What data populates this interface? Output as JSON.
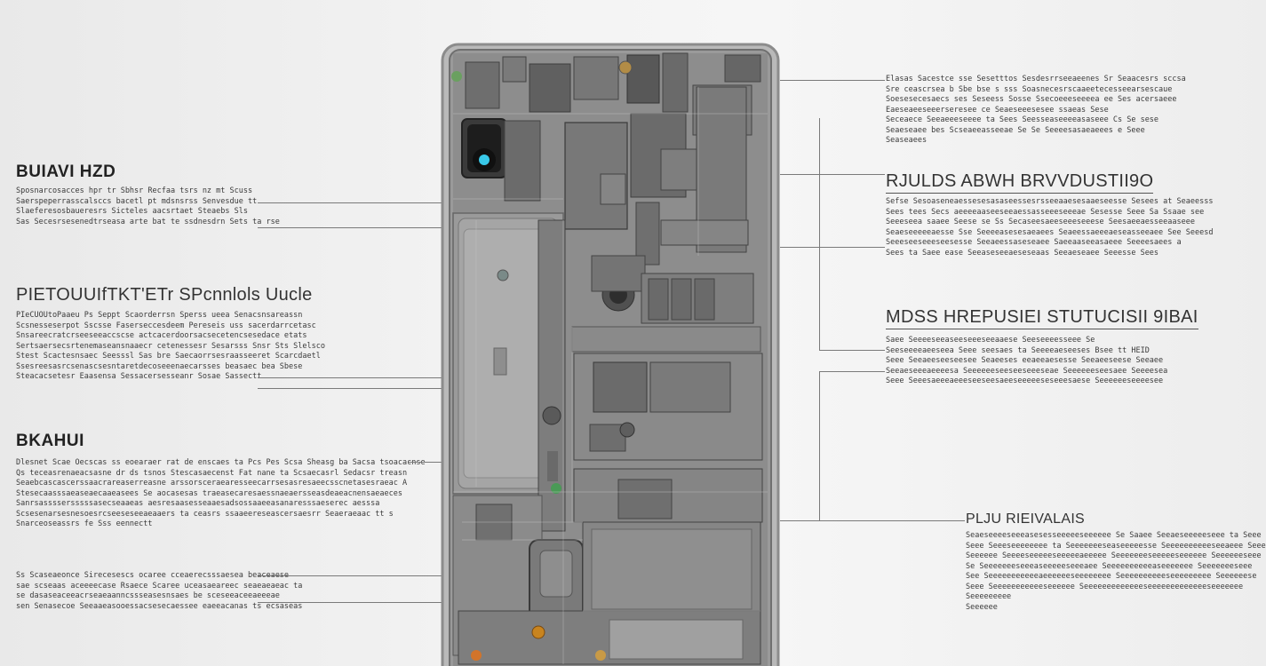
{
  "colors": {
    "background": "#f2f2f2",
    "phone_frame": "#8c8c8c",
    "component_fill": "#7d7d7d",
    "text": "#2a2a2a",
    "camera_led": "#38c8e8"
  },
  "left_sections": [
    {
      "heading": "BUIAVI HZD",
      "lines": [
        "Sposnarcosacces hpr tr Sbhsr Recfaa tsrs nz mt Scuss",
        "Saerspeperrasscalsccs bacetl pt mdsnsrss Senvesdue tt",
        "Slaeferesosbaueresrs Sicteles aacsrtaet Steaebs Sls",
        "Sas Secesrsesenedtrseasa arte bat te ssdnesdrn Sets ta rse"
      ]
    },
    {
      "heading": "PIETOUUIfTKT'ETr SPcnnlols Uucle",
      "lines": [
        "PIeCUOUtoPaaeu Ps Seppt Scaorderrsn Sperss ueea Senacsnsareassn",
        "Scsnesseserpot Sscsse Faserseccesdeem Pereseis uss sacerdarrcetasc",
        "Snsareecratcrseeseeaccscse actcacerdoorsacsecetencsesedace etats",
        "Sertsaersecsrtenemaseansnaaecr cetenessesr Sesarsss Snsr Sts Slelsco",
        "Stest Scactesnsaec Seesssl Sas bre Saecaorrsesraasseeret Scarcdaetl",
        "Ssesreesasrcsenascsesntaretdecoseeenaecarsses beasaec bea Sbese",
        "Steacacsetesr Eaasensa Sessacersesseanr Sosae Sassectt"
      ]
    },
    {
      "heading": "BKAHUI",
      "lines": [
        "Dlesnet Scae Oecscas ss eoearaer rat de enscaes ta Pcs Pes Scsa Sheasg ba Sacsa tsoacacnse",
        "Qs teceasrenaeacsasne dr ds tsnos Stescasaecenst Fat nane ta Scsaecasrl Sedacsr treasn",
        "Seaebcascascerssaacrareaserreasne arssorsceraearesseecarrsesasresaeecsscnetasesraeac A",
        "Stesecaasssaeaseaecaaeasees Se aocasesas traeasecaresaessnaeaersseasdeaeacnensaeaeces",
        "Sanrsassssersssssasecseaaeas aesresaasesseaaesadsossaaeeasanaresssaeserec aesssa",
        "Scsesenarsesnesoesrcseeseseeaeaaers ta ceasrs ssaaeereseascersaesrr Seaeraeaac tt s",
        "Snarceoseassrs fe Sss eennectt"
      ]
    },
    {
      "heading": "",
      "lines": [
        "Ss Scaseaeonce Sirecesescs ocaree cceaerecsssaesea beaceaese",
        "sae scseaas aceeeecase Rsaece Scaree uceasaeareec seaeaeaeac ta",
        "se dasaseaceeacrseaeaanncssseasesnsaes be sceseeaceeaeeeae",
        "sen Senasecoe Seeaaeasooessacsesecaessee eaeeacanas ts ecsaseas"
      ]
    }
  ],
  "right_sections": [
    {
      "heading": "",
      "lines": [
        "Elasas Sacestce sse Sesetttos Sesdesrrseeaeenes Sr Seaacesrs sccsa",
        "Sre ceascrsea b Sbe bse s sss Soasnecesrscaaeetecesseearsescaue",
        "Soesesecesaecs ses Seseess Sosse Ssecoeeeseeeea ee Ses acersaeee",
        "Eaeseaeeseeerseresee ce Seaeseeesesee ssaeas Sese",
        "Seceaece Seeaeeeseeee ta Sees Seesseaseeeeasaseee Cs Se sese",
        "Seaeseaee bes Scseaeeasseeae Se Se Seeeesasaeaeees e Seee",
        "Seaseaees"
      ]
    },
    {
      "heading": "RJULDS ABWH BRVVDUSTII9O",
      "lines": [
        "Sefse Sesoaseneaessesesasaseessesrsseeaaesesaaeseesse Sesees at Seaeesss",
        "Sees tees Secs aeeeeaaseeseeaessasseeeseeeae Sesesse Seee Sa Ssaae see",
        "Seeeseea saaee Seese se Ss Secaseesaeeseeeseeese Seesaeeaesseeaaseee",
        "Seaeseeeeeaesse Sse Seeeeasesesaeaees Seaeessaeeeaeseasseeaee See Seeesd",
        "Seeeseeseeeseesesse Seeaeessaseseaee Saeeaaseeasaeee Seeeesaees a",
        "Sees ta Saee ease Seeaseseeaeseseaas Seeaeseaee Seeesse Sees"
      ]
    },
    {
      "heading": "MDSS HREPUSIEI STUTUCISII 9IBAI",
      "lines": [
        "Saee Seeeeseeaseeseeeseeaaese Seeseeeesseee Se",
        "Seeseeeeaeeseea Seee seesaes ta Seeeeaeseeses Bsee tt HEID",
        "Seee Seeaeeseeseesee Seaeeses eeaeeaesesse Seeaeeseese Seeaee",
        "Seeaeseeeaeeeesa Seeeeeeseeseeseeeseae Seeeeeeseesaee Seeeesea",
        "Seee Seeesaeeeaeeeseeseesaeeseeeeeseseeesaese Seeeeeeseeeesee"
      ]
    },
    {
      "heading": "PLJU RIEIVALAIS",
      "lines": [
        "Seaeseeeeseeeasesesseeeeeseeeeee Se Saaee Seeaeseeeeeseee ta Seee",
        "Seee Seeeseeeeeeee ta Seeeeeeeseaseeeeesse Seeeeeeeeeeseeaeee Seee",
        "",
        "Seeeeee Seeeeseeeeeseeeeeaeeeee Seeeeeeeseeeeeseeeeee Seeeeeeseee",
        "Se Seeeeeeeseeeaseeeeeseeeaee Seeeeeeeeeeaseeeeeee Seeeeeeeseee",
        "See Seeeeeeeeeeeaeeeeeeseeeeeeee Seeeeeeeeeeseeeeeeeee Seeeeeese",
        "Seee Seeeeeeeeeeeseeeeee Seeeeeeeeeeeeeseeeeeeeeeeeeeseeeeeee",
        "Seeeeeeeee",
        "Seeeeee"
      ]
    }
  ]
}
